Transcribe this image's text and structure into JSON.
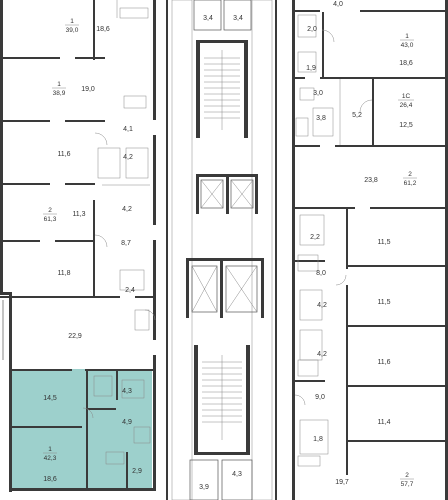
{
  "plan": {
    "highlight_color": "#9dd0cc",
    "rooms": [
      {
        "id": "l1-39",
        "label": "18,6"
      },
      {
        "id": "l-19",
        "label": "19,0"
      },
      {
        "id": "l-41",
        "label": "4,1"
      },
      {
        "id": "l-116",
        "label": "11,6"
      },
      {
        "id": "l-42a",
        "label": "4,2"
      },
      {
        "id": "l-42b",
        "label": "4,2"
      },
      {
        "id": "l-113",
        "label": "11,3"
      },
      {
        "id": "l-87",
        "label": "8,7"
      },
      {
        "id": "l-118",
        "label": "11,8"
      },
      {
        "id": "l-24",
        "label": "2,4"
      },
      {
        "id": "l-229",
        "label": "22,9"
      },
      {
        "id": "l-145",
        "label": "14,5"
      },
      {
        "id": "l-43",
        "label": "4,3"
      },
      {
        "id": "l-49",
        "label": "4,9"
      },
      {
        "id": "l-186",
        "label": "18,6"
      },
      {
        "id": "l-29",
        "label": "2,9"
      },
      {
        "id": "c-34a",
        "label": "3,4"
      },
      {
        "id": "c-34b",
        "label": "3,4"
      },
      {
        "id": "c-39",
        "label": "3,9"
      },
      {
        "id": "c-43",
        "label": "4,3"
      },
      {
        "id": "r-40",
        "label": "4,0"
      },
      {
        "id": "r-20",
        "label": "2,0"
      },
      {
        "id": "r-186",
        "label": "18,6"
      },
      {
        "id": "r-19",
        "label": "1,9"
      },
      {
        "id": "r-30",
        "label": "3,0"
      },
      {
        "id": "r-38",
        "label": "3,8"
      },
      {
        "id": "r-52",
        "label": "5,2"
      },
      {
        "id": "r-125",
        "label": "12,5"
      },
      {
        "id": "r-238",
        "label": "23,8"
      },
      {
        "id": "r-22",
        "label": "2,2"
      },
      {
        "id": "r-115a",
        "label": "11,5"
      },
      {
        "id": "r-80",
        "label": "8,0"
      },
      {
        "id": "r-42a",
        "label": "4,2"
      },
      {
        "id": "r-115b",
        "label": "11,5"
      },
      {
        "id": "r-42b",
        "label": "4,2"
      },
      {
        "id": "r-116",
        "label": "11,6"
      },
      {
        "id": "r-90",
        "label": "9,0"
      },
      {
        "id": "r-114",
        "label": "11,4"
      },
      {
        "id": "r-18",
        "label": "1,8"
      },
      {
        "id": "r-197",
        "label": "19,7"
      }
    ],
    "apartments": [
      {
        "id": "apt-1-39",
        "number": "1",
        "area": "39,0"
      },
      {
        "id": "apt-1-389",
        "number": "1",
        "area": "38,9"
      },
      {
        "id": "apt-2-613",
        "number": "2",
        "area": "61,3"
      },
      {
        "id": "apt-1-423",
        "number": "1",
        "area": "42,3"
      },
      {
        "id": "apt-1-43",
        "number": "1",
        "area": "43,0"
      },
      {
        "id": "apt-1c-264",
        "number": "1С",
        "area": "26,4"
      },
      {
        "id": "apt-2-612",
        "number": "2",
        "area": "61,2"
      },
      {
        "id": "apt-2-577",
        "number": "2",
        "area": "57,7"
      }
    ]
  }
}
